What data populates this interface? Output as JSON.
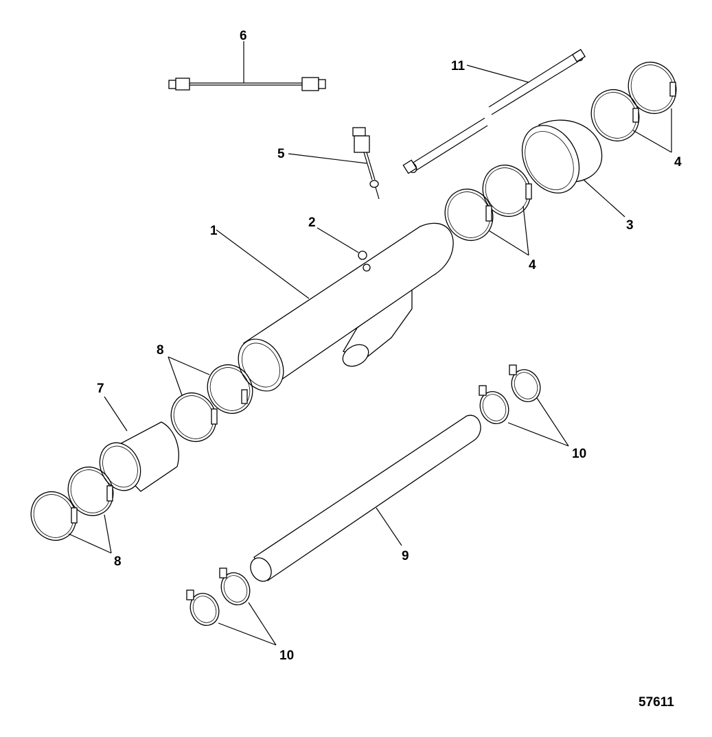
{
  "diagram": {
    "callouts": [
      {
        "id": "c1",
        "text": "1"
      },
      {
        "id": "c2",
        "text": "2"
      },
      {
        "id": "c3",
        "text": "3"
      },
      {
        "id": "c4a",
        "text": "4"
      },
      {
        "id": "c4b",
        "text": "4"
      },
      {
        "id": "c5",
        "text": "5"
      },
      {
        "id": "c6",
        "text": "6"
      },
      {
        "id": "c7",
        "text": "7"
      },
      {
        "id": "c8a",
        "text": "8"
      },
      {
        "id": "c8b",
        "text": "8"
      },
      {
        "id": "c9",
        "text": "9"
      },
      {
        "id": "c10a",
        "text": "10"
      },
      {
        "id": "c10b",
        "text": "10"
      },
      {
        "id": "c11",
        "text": "11"
      }
    ],
    "drawing_number": "57611"
  }
}
